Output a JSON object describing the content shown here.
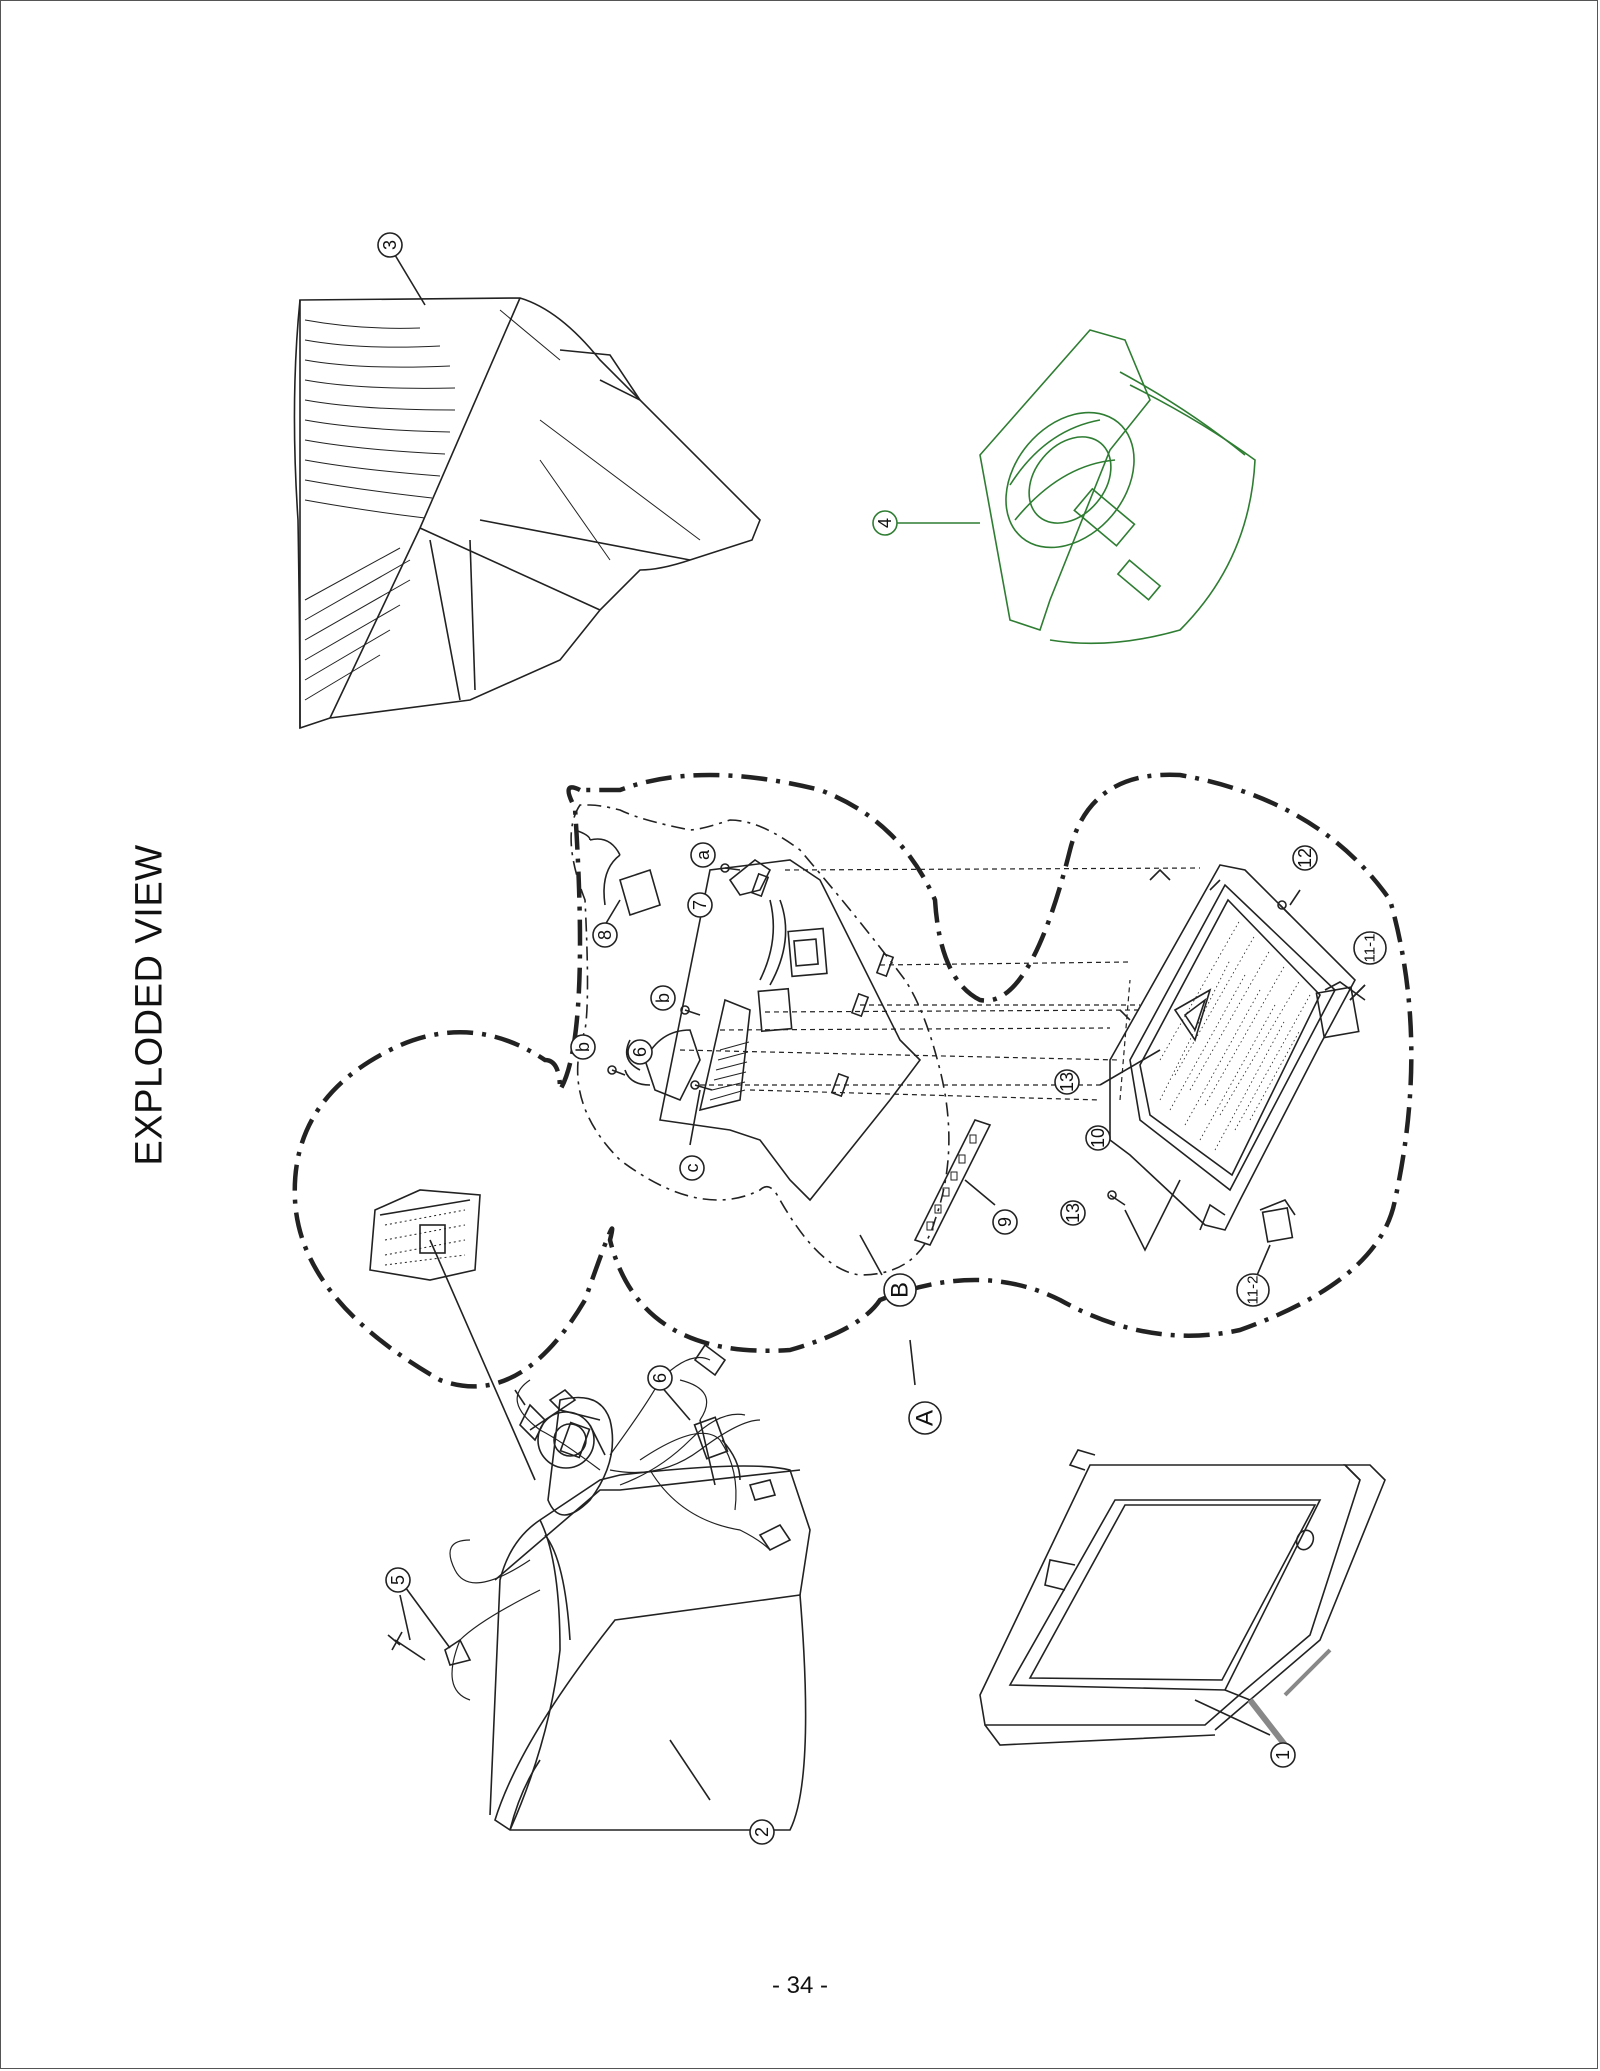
{
  "page": {
    "title": "EXPLODED VIEW",
    "page_number": "- 34 -"
  },
  "callouts": {
    "c1": "1",
    "c2": "2",
    "c3": "3",
    "c4": "4",
    "c5": "5",
    "c6a": "6",
    "c6b": "6",
    "c7": "7",
    "c8": "8",
    "c9": "9",
    "c10": "10",
    "c11_1": "11-1",
    "c11_2": "11-2",
    "c12": "12",
    "c13a": "13",
    "c13b": "13",
    "ca": "a",
    "cb1": "b",
    "cb2": "b",
    "cc": "c",
    "cA": "A",
    "cB": "B"
  },
  "colors": {
    "line": "#222222",
    "highlight": "#2e7d32"
  }
}
